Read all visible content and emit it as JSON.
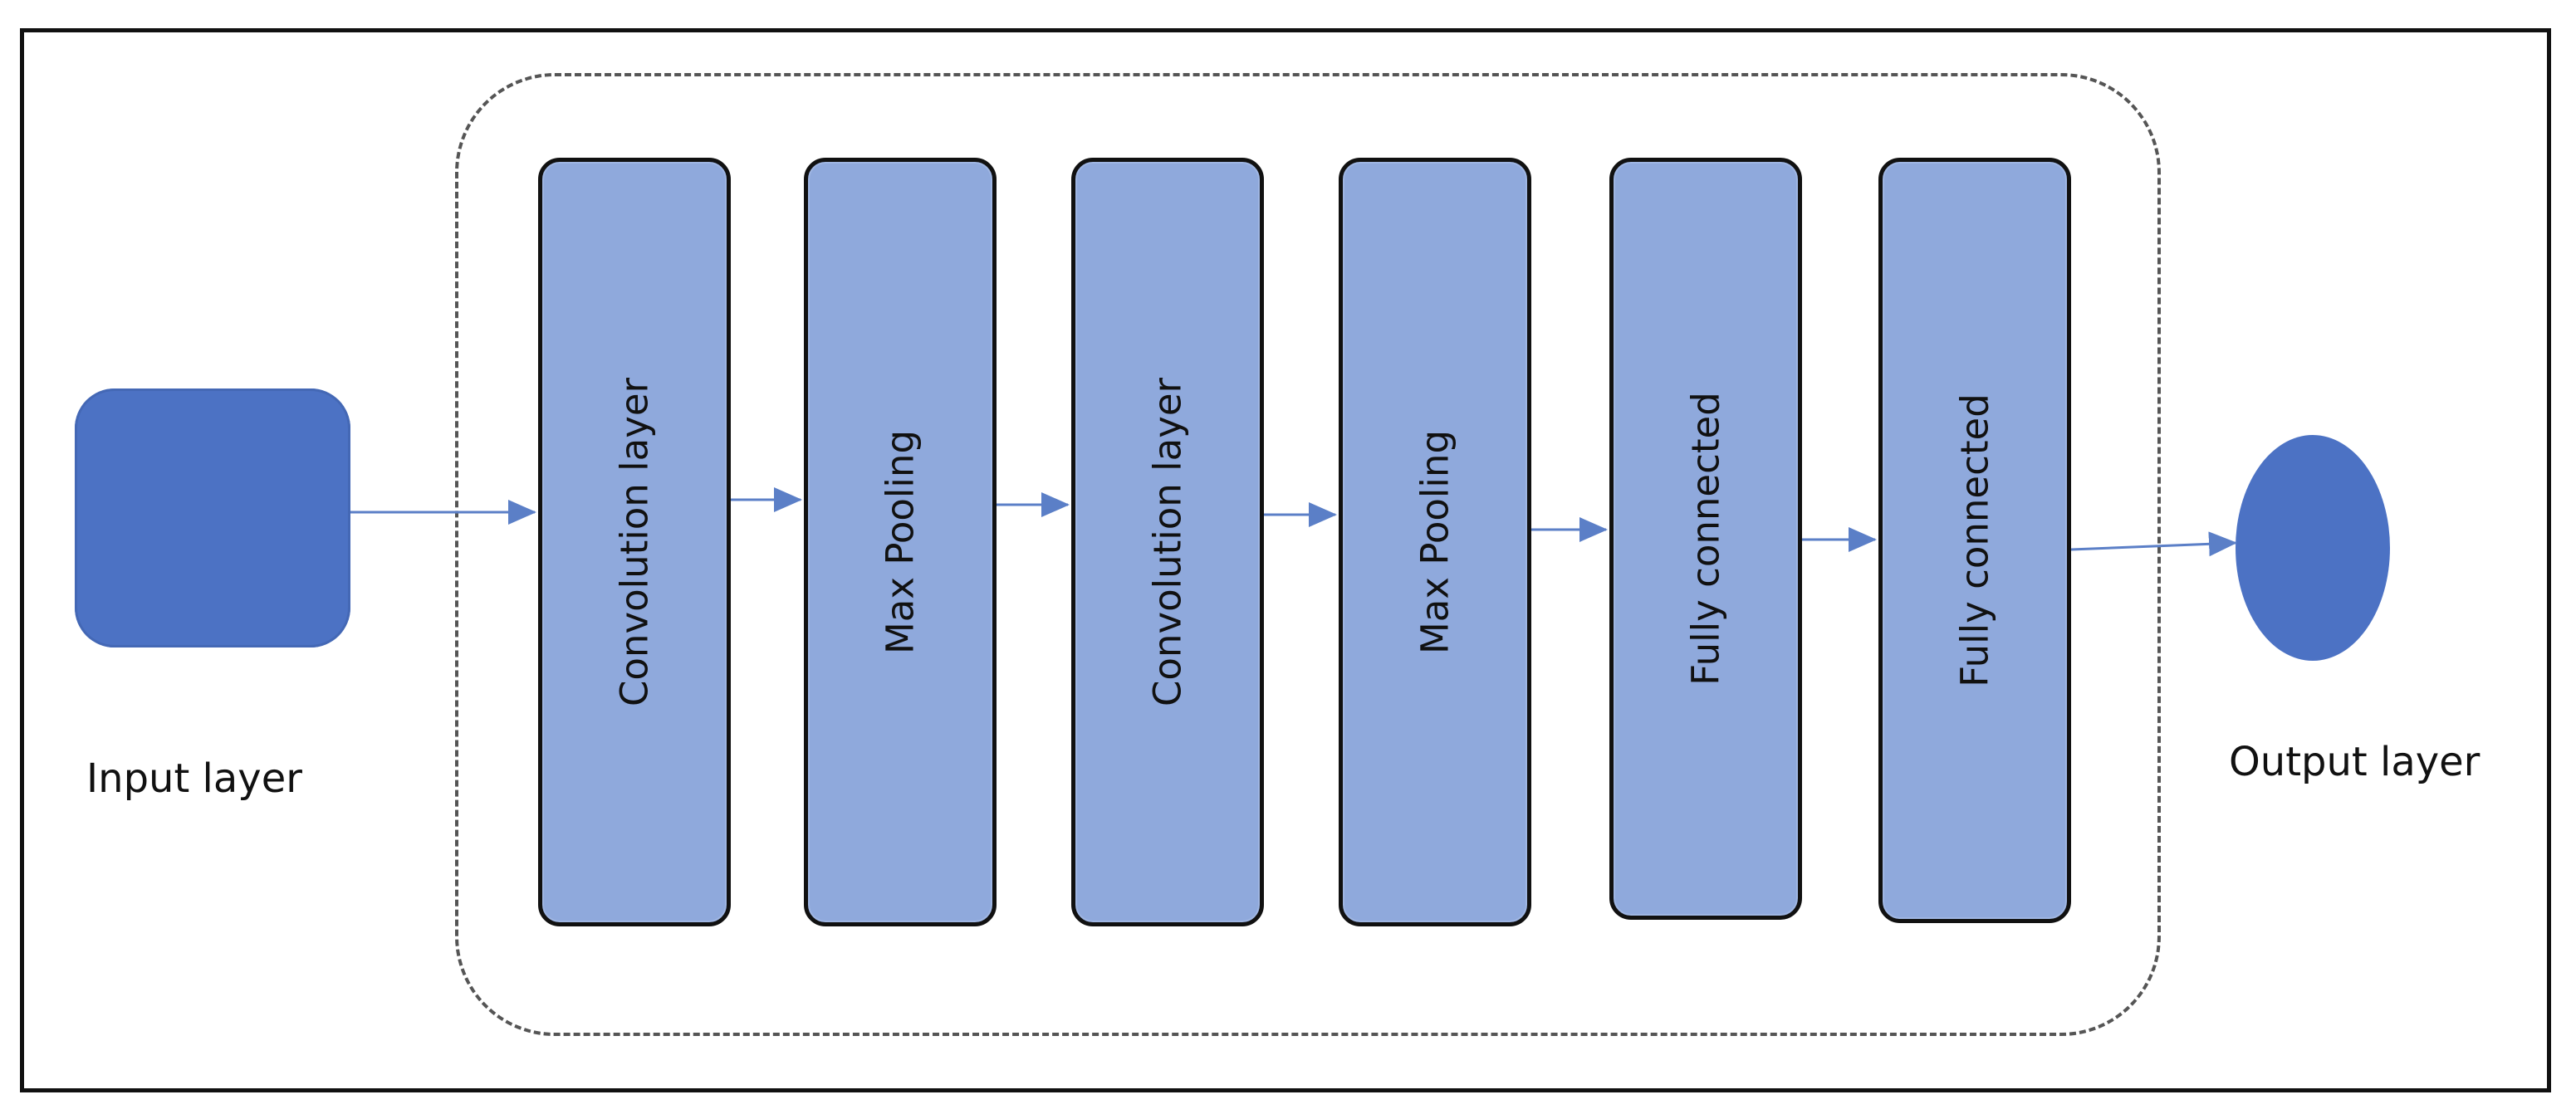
{
  "diagram": {
    "input_label": "Input layer",
    "output_label": "Output layer",
    "layers": [
      "Convolution layer",
      "Max Pooling",
      "Convolution layer",
      "Max Pooling",
      "Fully connected",
      "Fully connected"
    ],
    "colors": {
      "node_fill": "#4c72c4",
      "layer_fill": "#8fa9dc",
      "arrow": "#5b7fc7",
      "border": "#111111",
      "group_border": "#555555"
    }
  }
}
